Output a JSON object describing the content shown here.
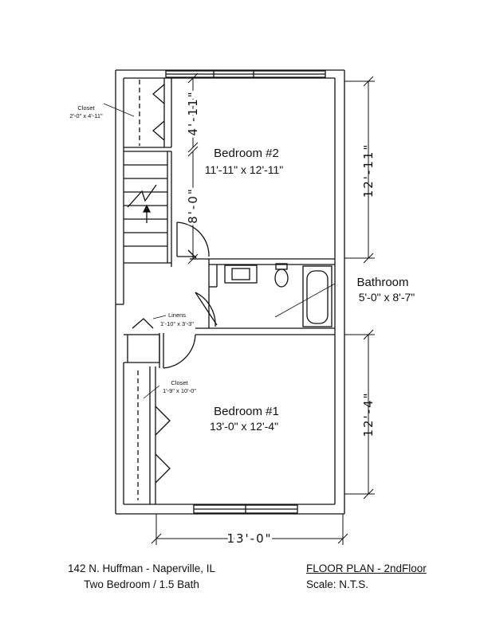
{
  "rooms": {
    "bedroom2": {
      "name": "Bedroom #2",
      "size": "11'-11\" x 12'-11\""
    },
    "bedroom1": {
      "name": "Bedroom #1",
      "size": "13'-0\" x 12'-4\""
    },
    "bathroom": {
      "name": "Bathroom",
      "size": "5'-0\" x 8'-7\""
    },
    "closet_top": {
      "name": "Closet",
      "size": "2'-0\" x 4'-11\""
    },
    "linens": {
      "name": "Linens",
      "size": "1'-10\" x 3'-3\""
    },
    "closet_bottom": {
      "name": "Closet",
      "size": "1'-9\" x 10'-0\""
    }
  },
  "dimensions": {
    "right_upper": "12'-11\"",
    "right_lower": "12'-4\"",
    "bottom": "13'-0\"",
    "closet_height": "4'-11\"",
    "stair_height": "8'-0\""
  },
  "footer": {
    "address": "142 N. Huffman - Naperville, IL",
    "description": "Two Bedroom / 1.5 Bath",
    "plan_title": "FLOOR PLAN - 2ndFloor",
    "scale": "Scale:  N.T.S."
  }
}
